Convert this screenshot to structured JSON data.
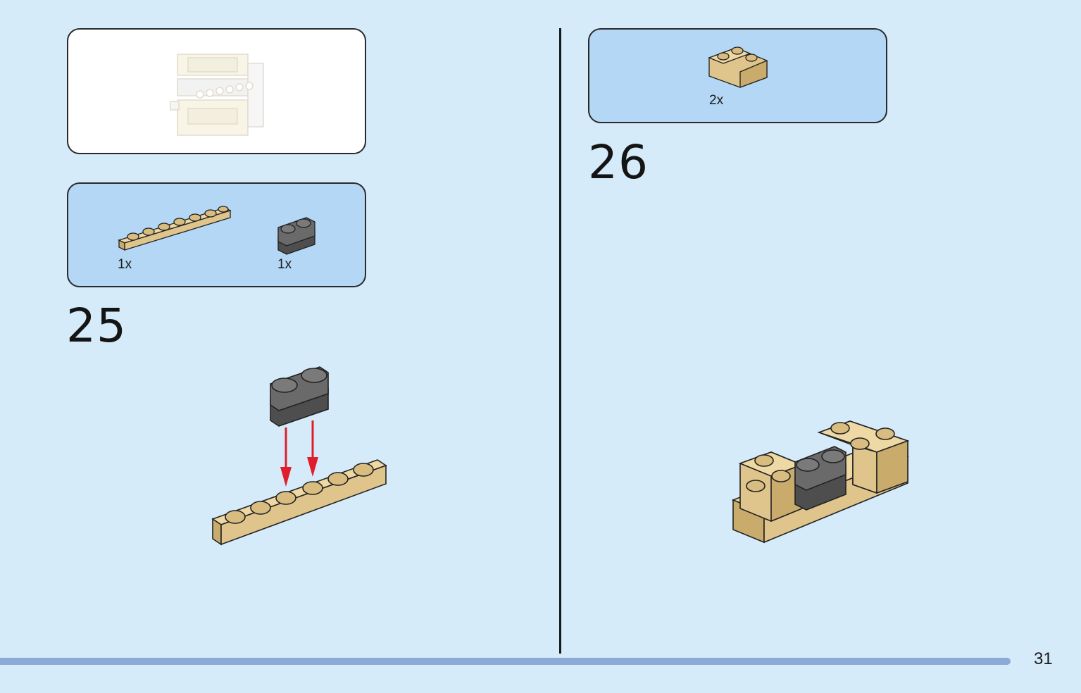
{
  "page": {
    "number": "31"
  },
  "steps": [
    {
      "number": "25",
      "parts": [
        {
          "qty": "1x",
          "icon": "tan-plate-1x8-icon"
        },
        {
          "qty": "1x",
          "icon": "dark-grey-double-round-plate-icon"
        }
      ]
    },
    {
      "number": "26",
      "parts": [
        {
          "qty": "2x",
          "icon": "tan-corner-brick-icon"
        }
      ]
    }
  ],
  "colors": {
    "page_background": "#d5ebf9",
    "parts_box": "#b3d7f4",
    "tan": "#dfc48c",
    "dark_grey": "#5d5d5d",
    "arrow_red": "#e01e2b",
    "progress_bar": "#8ca9d8"
  }
}
